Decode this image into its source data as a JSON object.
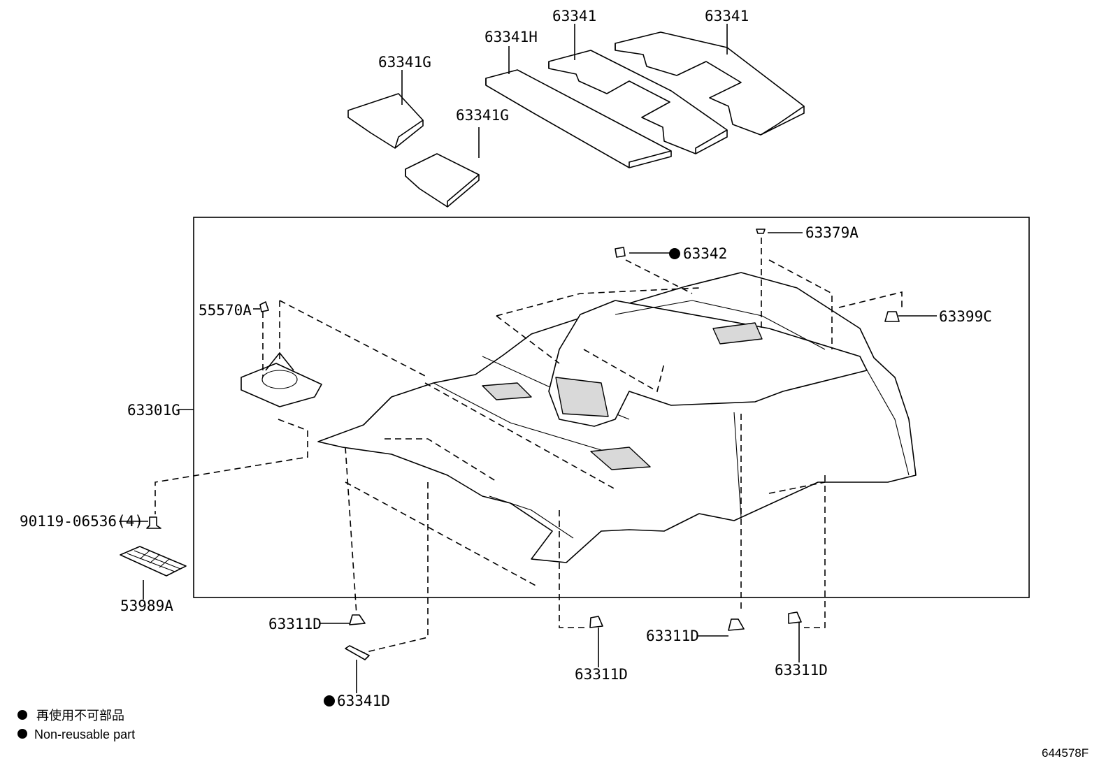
{
  "diagram": {
    "labels": {
      "p63341_a": "63341",
      "p63341_b": "63341",
      "p63341H": "63341H",
      "p63341G_a": "63341G",
      "p63341G_b": "63341G",
      "p63379A": "63379A",
      "p63342": "63342",
      "p55570A": "55570A",
      "p63399C": "63399C",
      "p63301G": "63301G",
      "p90119": "90119-06536(4)",
      "p53989A": "53989A",
      "p63311D_a": "63311D",
      "p63311D_b": "63311D",
      "p63311D_c": "63311D",
      "p63311D_d": "63311D",
      "p63341D": "63341D"
    },
    "legend": {
      "jp": "再使用不可部品",
      "en": "Non-reusable part"
    },
    "drawing_code": "644578F"
  }
}
